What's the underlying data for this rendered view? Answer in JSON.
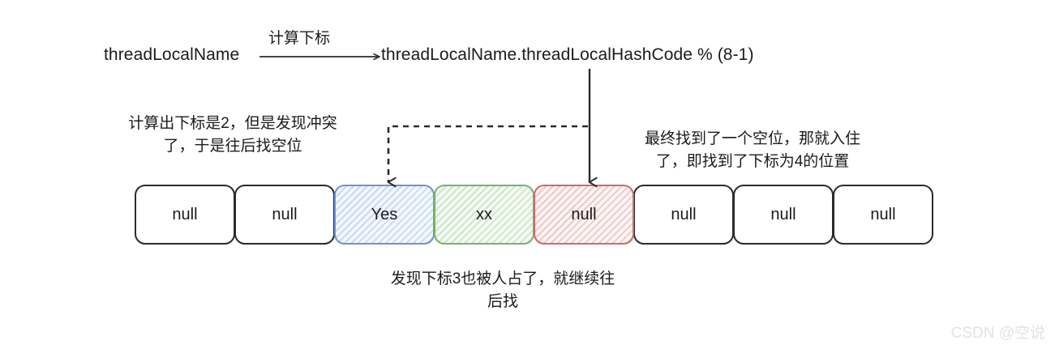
{
  "diagram": {
    "title_flow": {
      "source_label": "threadLocalName",
      "arrow_caption": "计算下标",
      "formula": "threadLocalName.threadLocalHashCode % (8-1)"
    },
    "notes": {
      "left": "计算出下标是2，但是发现冲突\n了，于是往后找空位",
      "right": "最终找到了一个空位，那就入住\n了，即找到了下标为4的位置",
      "bottom": "发现下标3也被人占了，就继续往\n后找"
    },
    "array": {
      "cells": [
        {
          "index": 0,
          "label": "null",
          "state": "empty"
        },
        {
          "index": 1,
          "label": "null",
          "state": "empty"
        },
        {
          "index": 2,
          "label": "Yes",
          "state": "blue"
        },
        {
          "index": 3,
          "label": "xx",
          "state": "green"
        },
        {
          "index": 4,
          "label": "null",
          "state": "red"
        },
        {
          "index": 5,
          "label": "null",
          "state": "empty"
        },
        {
          "index": 6,
          "label": "null",
          "state": "empty"
        },
        {
          "index": 7,
          "label": "null",
          "state": "empty"
        }
      ]
    },
    "connectors": {
      "hash_arrow": "solid-arrow-right",
      "collision_arrow": "dashed-arrow-down-to-index-2",
      "final_arrow": "solid-arrow-down-to-index-4"
    },
    "colors": {
      "blue_border": "#6b94d6",
      "green_border": "#74b56a",
      "red_border": "#cc6b6b",
      "box_border": "#2b2b2b",
      "text": "#1b1b1b",
      "watermark": "#e2e2e2"
    },
    "watermark": "CSDN @空说"
  }
}
